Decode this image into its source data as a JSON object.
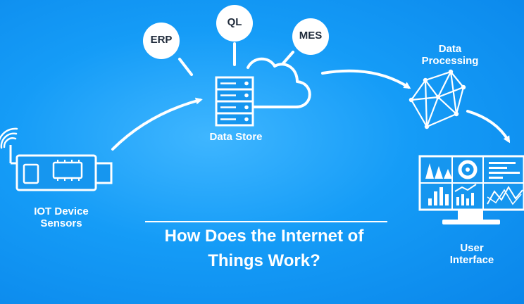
{
  "nodes": {
    "erp": "ERP",
    "ql": "QL",
    "mes": "MES",
    "data_store": "Data Store",
    "data_processing": "Data\nProcessing",
    "iot_device": "IOT Device\nSensors",
    "user_interface": "User\nInterface"
  },
  "title": {
    "line1": "How Does the Internet of",
    "line2": "Things Work?"
  },
  "colors": {
    "background": "#159cf7",
    "foreground": "#ffffff",
    "bubble_text": "#1f2a3a"
  }
}
